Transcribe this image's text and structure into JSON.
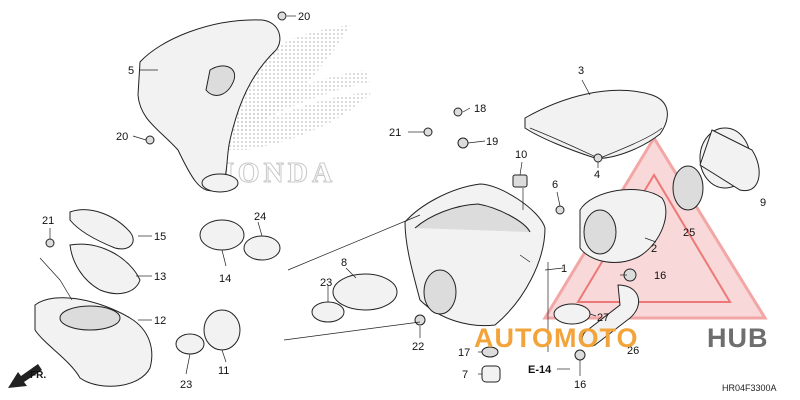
{
  "diagram": {
    "code": "HR04F3300A",
    "reference": "E-14",
    "front_marker": "FR.",
    "background_logo": "HONDA",
    "watermark": {
      "word_a": "AUTOMOTO",
      "word_b": "HUB",
      "color_a": "#f2a43a",
      "color_b": "#6e6e6e",
      "triangle_color": "#e85050"
    },
    "callouts": {
      "c1": "1",
      "c2": "2",
      "c3": "3",
      "c4": "4",
      "c5": "5",
      "c6": "6",
      "c7": "7",
      "c8": "8",
      "c9": "9",
      "c10": "10",
      "c11": "11",
      "c12": "12",
      "c13": "13",
      "c14": "14",
      "c15": "15",
      "c16a": "16",
      "c16b": "16",
      "c17": "17",
      "c18": "18",
      "c19": "19",
      "c20a": "20",
      "c20b": "20",
      "c21a": "21",
      "c21b": "21",
      "c22": "22",
      "c23a": "23",
      "c23b": "23",
      "c24": "24",
      "c25": "25",
      "c26": "26",
      "c27": "27"
    }
  }
}
